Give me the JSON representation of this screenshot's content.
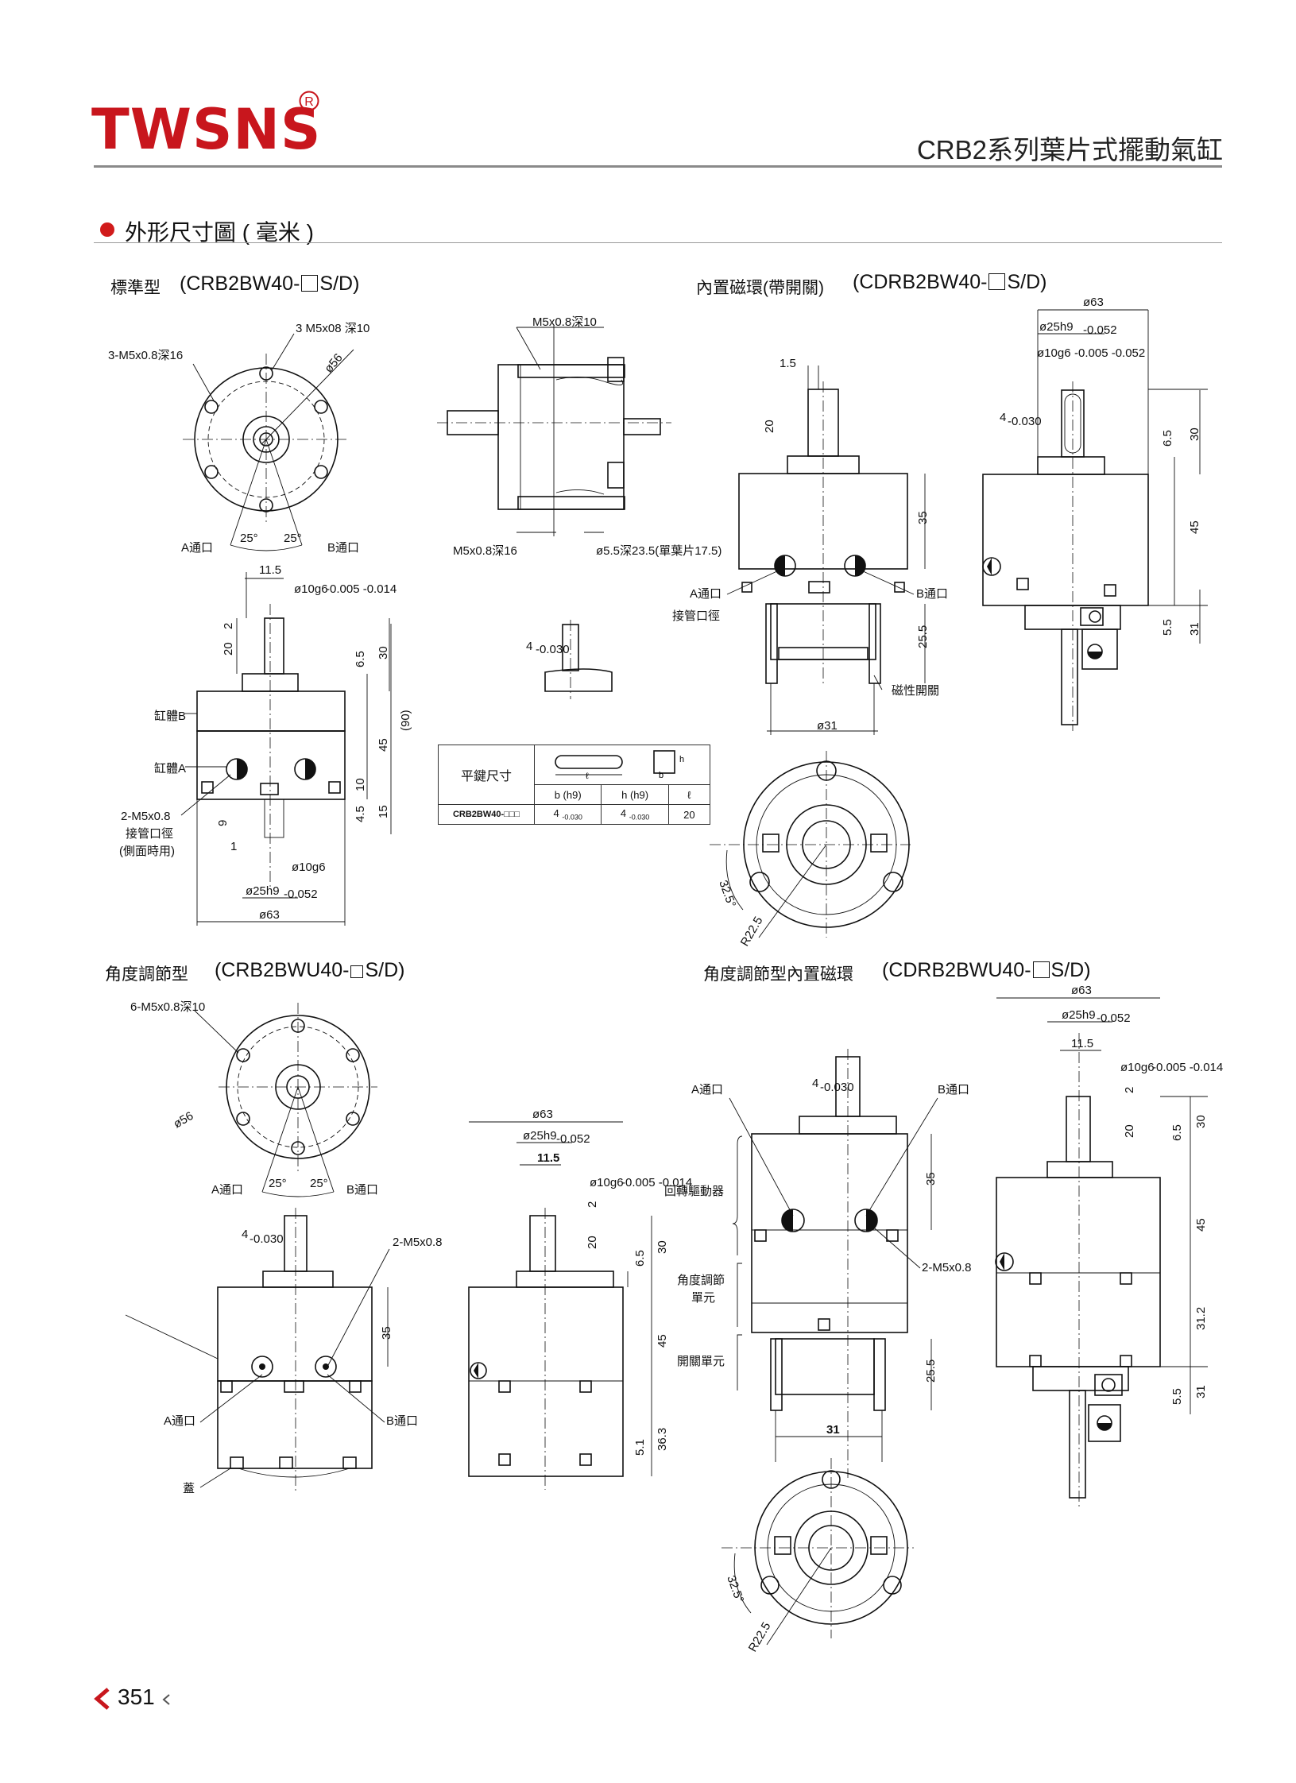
{
  "header": {
    "brand": "TWSNS",
    "registered": "R",
    "title": "CRB2系列葉片式擺動氣缸"
  },
  "section": {
    "title": "外形尺寸圖 ( 毫米 )"
  },
  "standard": {
    "label": "標準型",
    "model_prefix": "(CRB2BW40-",
    "model_suffix": "S/D)",
    "callouts": {
      "holes_3": "3-M5x0.8深16",
      "holes_tap": "3 M5x08 深10",
      "dia_pcd": "ø56",
      "port_a": "A通口",
      "port_b": "B通口",
      "angle_a": "25°",
      "angle_b": "25°",
      "top_tap": "M5x0.8深10",
      "bottom_tap": "M5x0.8深16",
      "bottom_hole": "ø5.5深23.5(單葉片17.5)",
      "shaft_dim": "11.5",
      "shaft_dia": "ø10g6",
      "shaft_tol": "-0.005 -0.014",
      "dim_2": "2",
      "dim_20": "20",
      "dim_65": "6.5",
      "dim_30": "30",
      "dim_90": "(90)",
      "dim_45": "45",
      "dim_10": "10",
      "dim_45b": "4.5",
      "dim_15": "15",
      "dim_9": "9",
      "dim_1": "1",
      "body_b": "缸體B",
      "body_a": "缸體A",
      "side_port": "2-M5x0.8",
      "side_port_2": "接管口徑",
      "side_port_3": "(側面時用)",
      "shaft_dia_bottom": "ø10g6",
      "boss_dia": "ø25h9",
      "boss_tol": "-0.052",
      "body_dia": "ø63",
      "key_dim": "4",
      "key_tol": "-0.030"
    }
  },
  "key_table": {
    "title": "平鍵尺寸",
    "col_b": "b (h9)",
    "col_h": "h (h9)",
    "col_l": "ℓ",
    "row_model": "CRB2BW40-□□□",
    "b_val": "4",
    "b_tol": "-0.030",
    "h_val": "4",
    "h_tol": "-0.030",
    "l_val": "20",
    "lbl_b": "b",
    "lbl_h": "h",
    "lbl_l": "ℓ"
  },
  "magnet": {
    "label": "內置磁環(帶開關)",
    "model_prefix": "(CDRB2BW40-",
    "model_suffix": "S/D)",
    "callouts": {
      "dim_15": "1.5",
      "dim_20": "20",
      "dim_35": "35",
      "port_a": "A通口",
      "port_b": "B通口",
      "port_size": "接管口徑",
      "dim_255": "25.5",
      "switch": "磁性開關",
      "dim_31": "ø31",
      "dim_325": "32.5°",
      "dim_r225": "R22.5",
      "body_dia": "ø63",
      "boss_dia": "ø25h9",
      "boss_tol": "-0.052",
      "shaft_dia": "ø10g6",
      "shaft_tol": "-0.005 -0.052",
      "key_dim": "4",
      "key_tol": "-0.030",
      "dim_65": "6.5",
      "dim_30": "30",
      "dim_45": "45",
      "dim_55": "5.5",
      "dim_31b": "31"
    }
  },
  "angle": {
    "label": "角度調節型",
    "model_prefix": "(CRB2BWU40-",
    "model_suffix": "S/D)",
    "callouts": {
      "holes_6": "6-M5x0.8深10",
      "dia_pcd": "ø56",
      "port_a": "A通口",
      "port_b": "B通口",
      "angle_a": "25°",
      "angle_b": "25°",
      "key_dim": "4",
      "key_tol": "-0.030",
      "side_port": "2-M5x0.8",
      "dim_35": "35",
      "port_a2": "A通口",
      "port_b2": "B通口",
      "cover": "蓋",
      "body_dia": "ø63",
      "boss_dia": "ø25h9",
      "boss_tol": "-0.052",
      "dim_115": "11.5",
      "shaft_dia": "ø10g6",
      "shaft_tol": "-0.005 -0.014",
      "dim_2": "2",
      "dim_20": "20",
      "dim_65": "6.5",
      "dim_30": "30",
      "dim_45": "45",
      "dim_51": "5.1",
      "dim_363": "36.3"
    }
  },
  "angle_magnet": {
    "label": "角度調節型內置磁環",
    "model_prefix": "(CDRB2BWU40-",
    "model_suffix": "S/D)",
    "callouts": {
      "port_a": "A通口",
      "port_b": "B通口",
      "key_dim": "4",
      "key_tol": "-0.030",
      "drive": "回轉驅動器",
      "adjust_1": "角度調節",
      "adjust_2": "單元",
      "switch_unit": "開關單元",
      "dim_35": "35",
      "side_port": "2-M5x0.8",
      "dim_255": "25.5",
      "dim_31": "31",
      "dim_325": "32.5°",
      "dim_r225": "R22.5",
      "body_dia": "ø63",
      "boss_dia": "ø25h9",
      "boss_tol": "-0.052",
      "dim_115": "11.5",
      "shaft_dia": "ø10g6",
      "shaft_tol": "-0.005 -0.014",
      "dim_2": "2",
      "dim_20": "20",
      "dim_65": "6.5",
      "dim_30": "30",
      "dim_45": "45",
      "dim_312": "31.2",
      "dim_55": "5.5",
      "dim_31b": "31"
    }
  },
  "footer": {
    "page": "351"
  }
}
